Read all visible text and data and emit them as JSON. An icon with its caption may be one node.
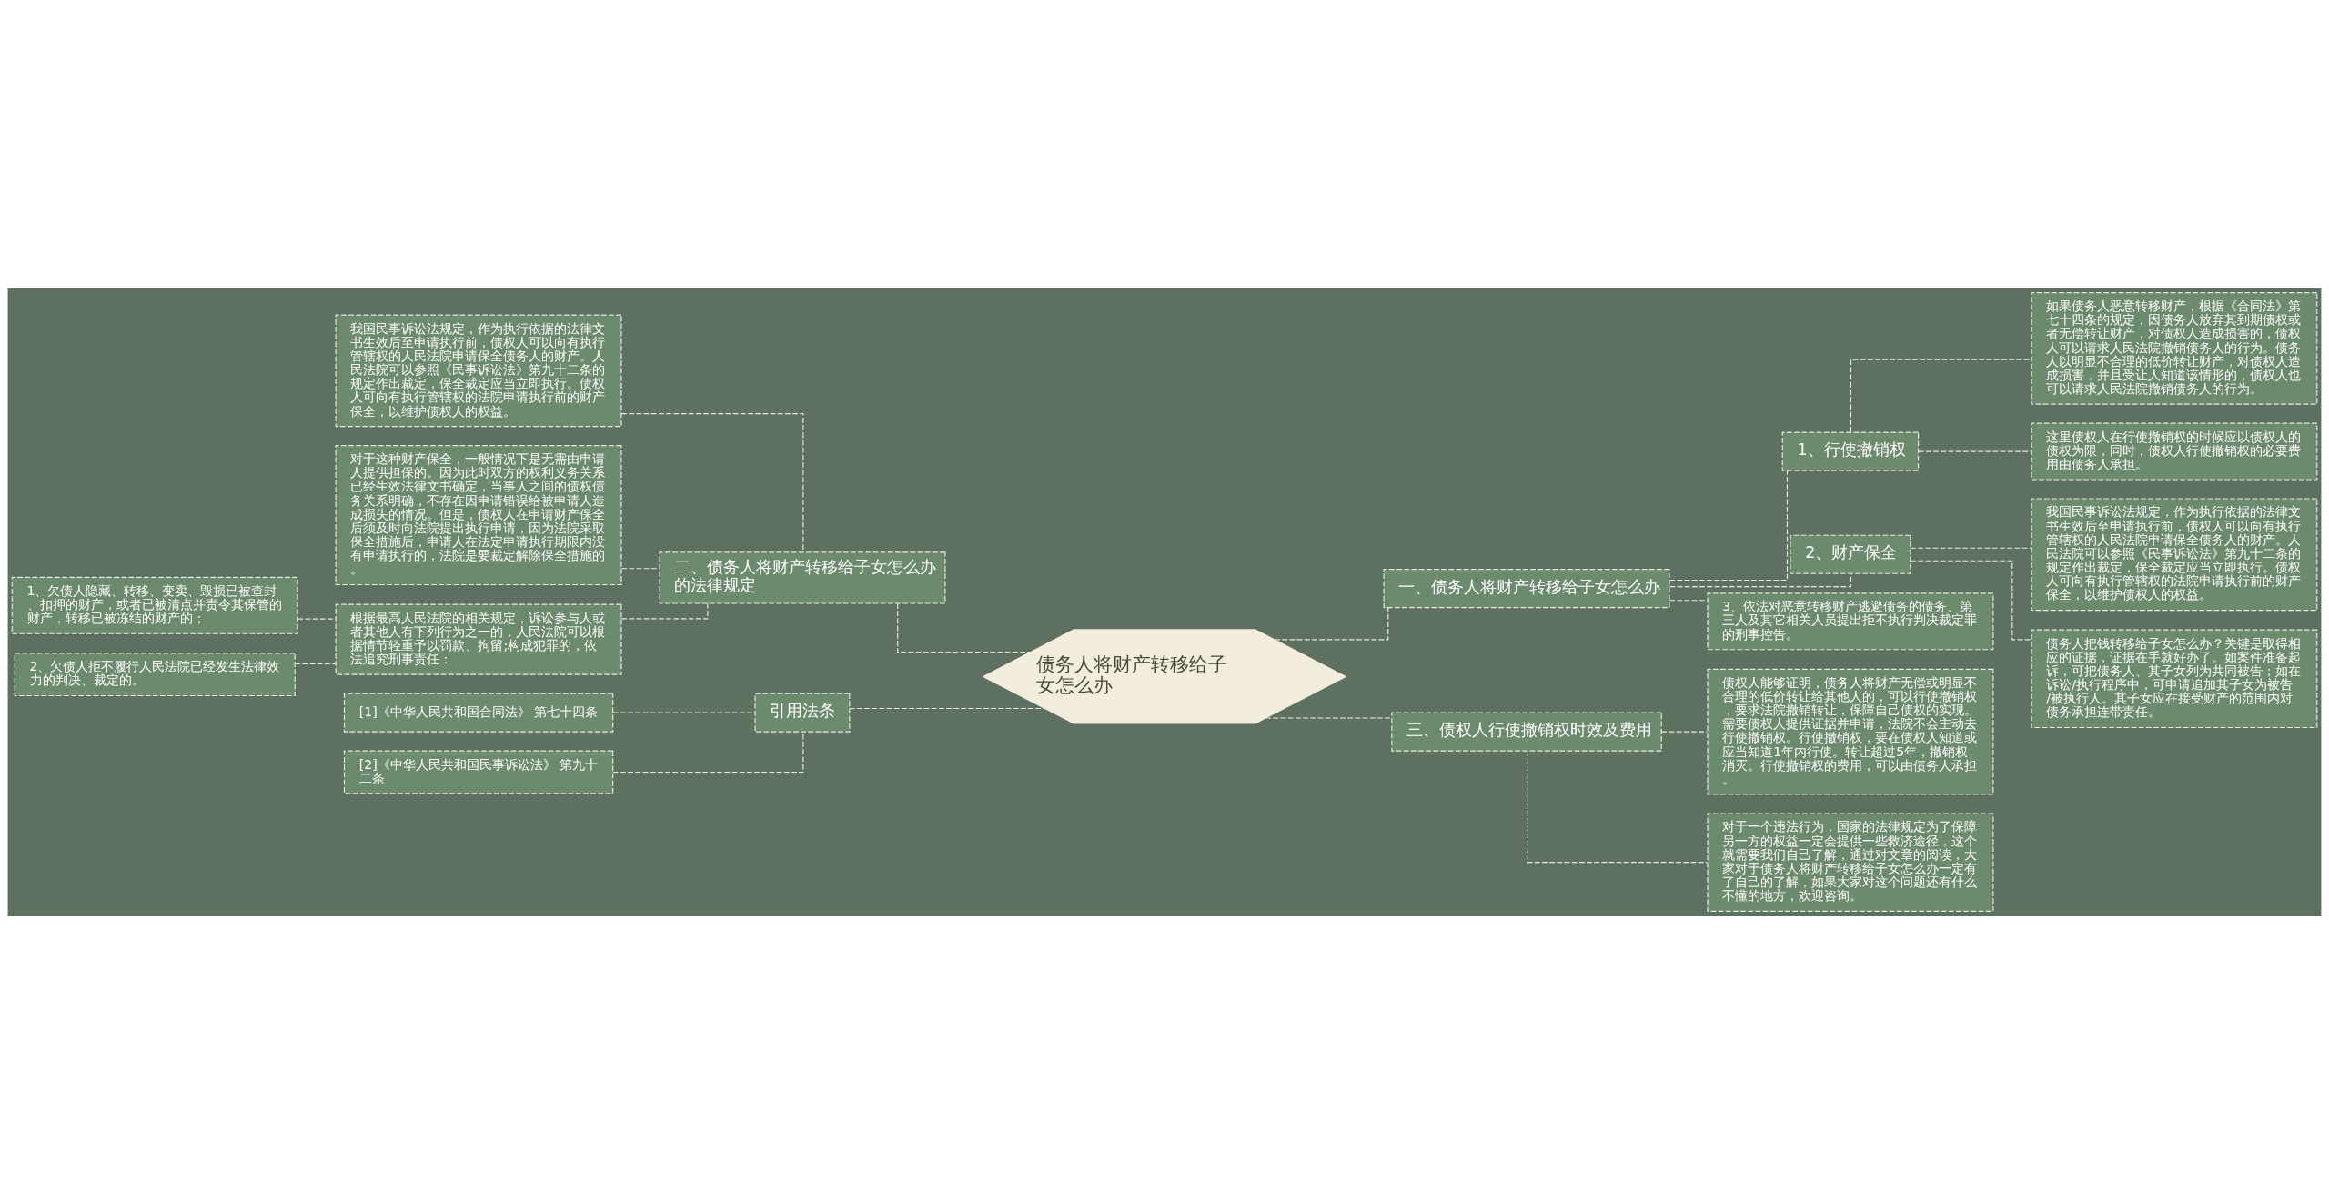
{
  "diagram": {
    "nodes": [
      {
        "text": [
          "债务人将财产转移给子女怎么办"
        ]
      },
      {
        "text": [
          "一、债务人将财产转移给子女怎么办"
        ]
      },
      {
        "text": [
          "1、行使撤销权"
        ]
      },
      {
        "text": [
          "如果债务人恶意转移财产，根据《合同法》第七十四条的规定，因债务人放弃其到期债权或者无偿转让财产，对债权人造成损害的，债权人可以请求人民法院撤销债务人的行为。债务人以明显不合理的低价转让财产，对债权人造成损害，并且受让人知道该情形的，债权人也可以请求人民法院撤销债务人的行为。"
        ]
      },
      {
        "text": [
          "这里债权人在行使撤销权的时候应以债权人的债权为限，同时，债权人行使撤销权的必要费用由债务人承担。"
        ]
      },
      {
        "text": [
          "2、财产保全"
        ]
      },
      {
        "text": [
          "我国民事诉讼法规定，作为执行依据的法律文书生效后至申请执行前，债权人可以向有执行管辖权的人民法院申请保全债务人的财产。人民法院可以参照《民事诉讼法》第九十二条的规定作出裁定，保全裁定应当立即执行。债权人可向有执行管辖权的法院申请执行前的财产保全，以维护债权人的权益。"
        ]
      },
      {
        "text": [
          "债务人把钱转移给子女怎么办？关键是取得相应的证据，证据在手就好办了。如案件准备起诉，可把债务人、其子女列为共同被告；如在诉讼/执行程序中，可申请追加其子女为被告/被执行人。其子女应在接受财产的范围内对债务承担连带责任。"
        ]
      },
      {
        "text": [
          "3、依法对恶意转移财产逃避债务的债务、第三人及其它相关人员提出拒不执行判决裁定罪的刑事控告。"
        ]
      },
      {
        "text": [
          "三、债权人行使撤销权时效及费用"
        ]
      },
      {
        "text": [
          "债权人能够证明，债务人将财产无偿或明显不合理的低价转让给其他人的，可以行使撤销权，要求法院撤销转让，保障自己债权的实现。需要债权人提供证据并申请，法院不会主动去行使撤销权。行使撤销权，要在债权人知道或应当知道1年内行使。转让超过5年，撤销权消灭。行使撤销权的费用，可以由债务人承担。"
        ]
      },
      {
        "text": [
          "对于一个违法行为，国家的法律规定为了保障另一方的权益一定会提供一些救济途径，这个就需要我们自己了解，通过对文章的阅读，大家对于债务人将财产转移给子女怎么办一定有了自己的了解，如果大家对这个问题还有什么不懂的地方，欢迎咨询。"
        ]
      },
      {
        "text": [
          "二、债务人将财产转移给子女怎么办的法律规定"
        ]
      },
      {
        "text": [
          "我国民事诉讼法规定，作为执行依据的法律文书生效后至申请执行前，债权人可以向有执行管辖权的人民法院申请保全债务人的财产。人民法院可以参照《民事诉讼法》第九十二条的规定作出裁定，保全裁定应当立即执行。债权人可向有执行管辖权的法院申请执行前的财产保全，以维护债权人的权益。"
        ]
      },
      {
        "text": [
          "对于这种财产保全，一般情况下是无需由申请人提供担保的。因为此时双方的权利义务关系已经生效法律文书确定，当事人之间的债权债务关系明确，不存在因申请错误给被申请人造成损失的情况。但是，债权人在申请财产保全后须及时向法院提出执行申请，因为法院采取保全措施后，申请人在法定申请执行期限内没有申请执行的，法院是要裁定解除保全措施的。"
        ]
      },
      {
        "text": [
          "根据最高人民法院的相关规定，诉讼参与人或者其他人有下列行为之一的，人民法院可以根据情节轻重予以罚款、拘留;构成犯罪的，依法追究刑事责任："
        ]
      },
      {
        "text": [
          "1、欠债人隐藏、转移、变卖、毁损已被查封、扣押的财产，或者已被清点并责令其保管的财产，转移已被冻结的财产的；"
        ]
      },
      {
        "text": [
          "2、欠债人拒不履行人民法院已经发生法律效力的判决、裁定的。"
        ]
      },
      {
        "text": [
          "引用法条"
        ]
      },
      {
        "text": [
          "[1]《中华人民共和国合同法》 第七十四条"
        ]
      },
      {
        "text": [
          "[2]《中华人民共和国民事诉讼法》 第九十二条"
        ]
      }
    ],
    "edges": [
      {
        "from": 0,
        "to": 1,
        "arrow": "none"
      },
      {
        "from": 1,
        "to": 2,
        "arrow": "none"
      },
      {
        "from": 2,
        "to": 3,
        "arrow": "none"
      },
      {
        "from": 2,
        "to": 4,
        "arrow": "none"
      },
      {
        "from": 1,
        "to": 5,
        "arrow": "none"
      },
      {
        "from": 5,
        "to": 6,
        "arrow": "none"
      },
      {
        "from": 5,
        "to": 7,
        "arrow": "none"
      },
      {
        "from": 1,
        "to": 8,
        "arrow": "none"
      },
      {
        "from": 0,
        "to": 9,
        "arrow": "none"
      },
      {
        "from": 9,
        "to": 10,
        "arrow": "none"
      },
      {
        "from": 9,
        "to": 11,
        "arrow": "none"
      },
      {
        "from": 0,
        "to": 12,
        "arrow": "none"
      },
      {
        "from": 12,
        "to": 13,
        "arrow": "none"
      },
      {
        "from": 12,
        "to": 14,
        "arrow": "none"
      },
      {
        "from": 12,
        "to": 15,
        "arrow": "none"
      },
      {
        "from": 15,
        "to": 16,
        "arrow": "none"
      },
      {
        "from": 15,
        "to": 17,
        "arrow": "none"
      },
      {
        "from": 0,
        "to": 18,
        "arrow": "none"
      },
      {
        "from": 18,
        "to": 19,
        "arrow": "none"
      },
      {
        "from": 18,
        "to": 20,
        "arrow": "none"
      }
    ]
  }
}
